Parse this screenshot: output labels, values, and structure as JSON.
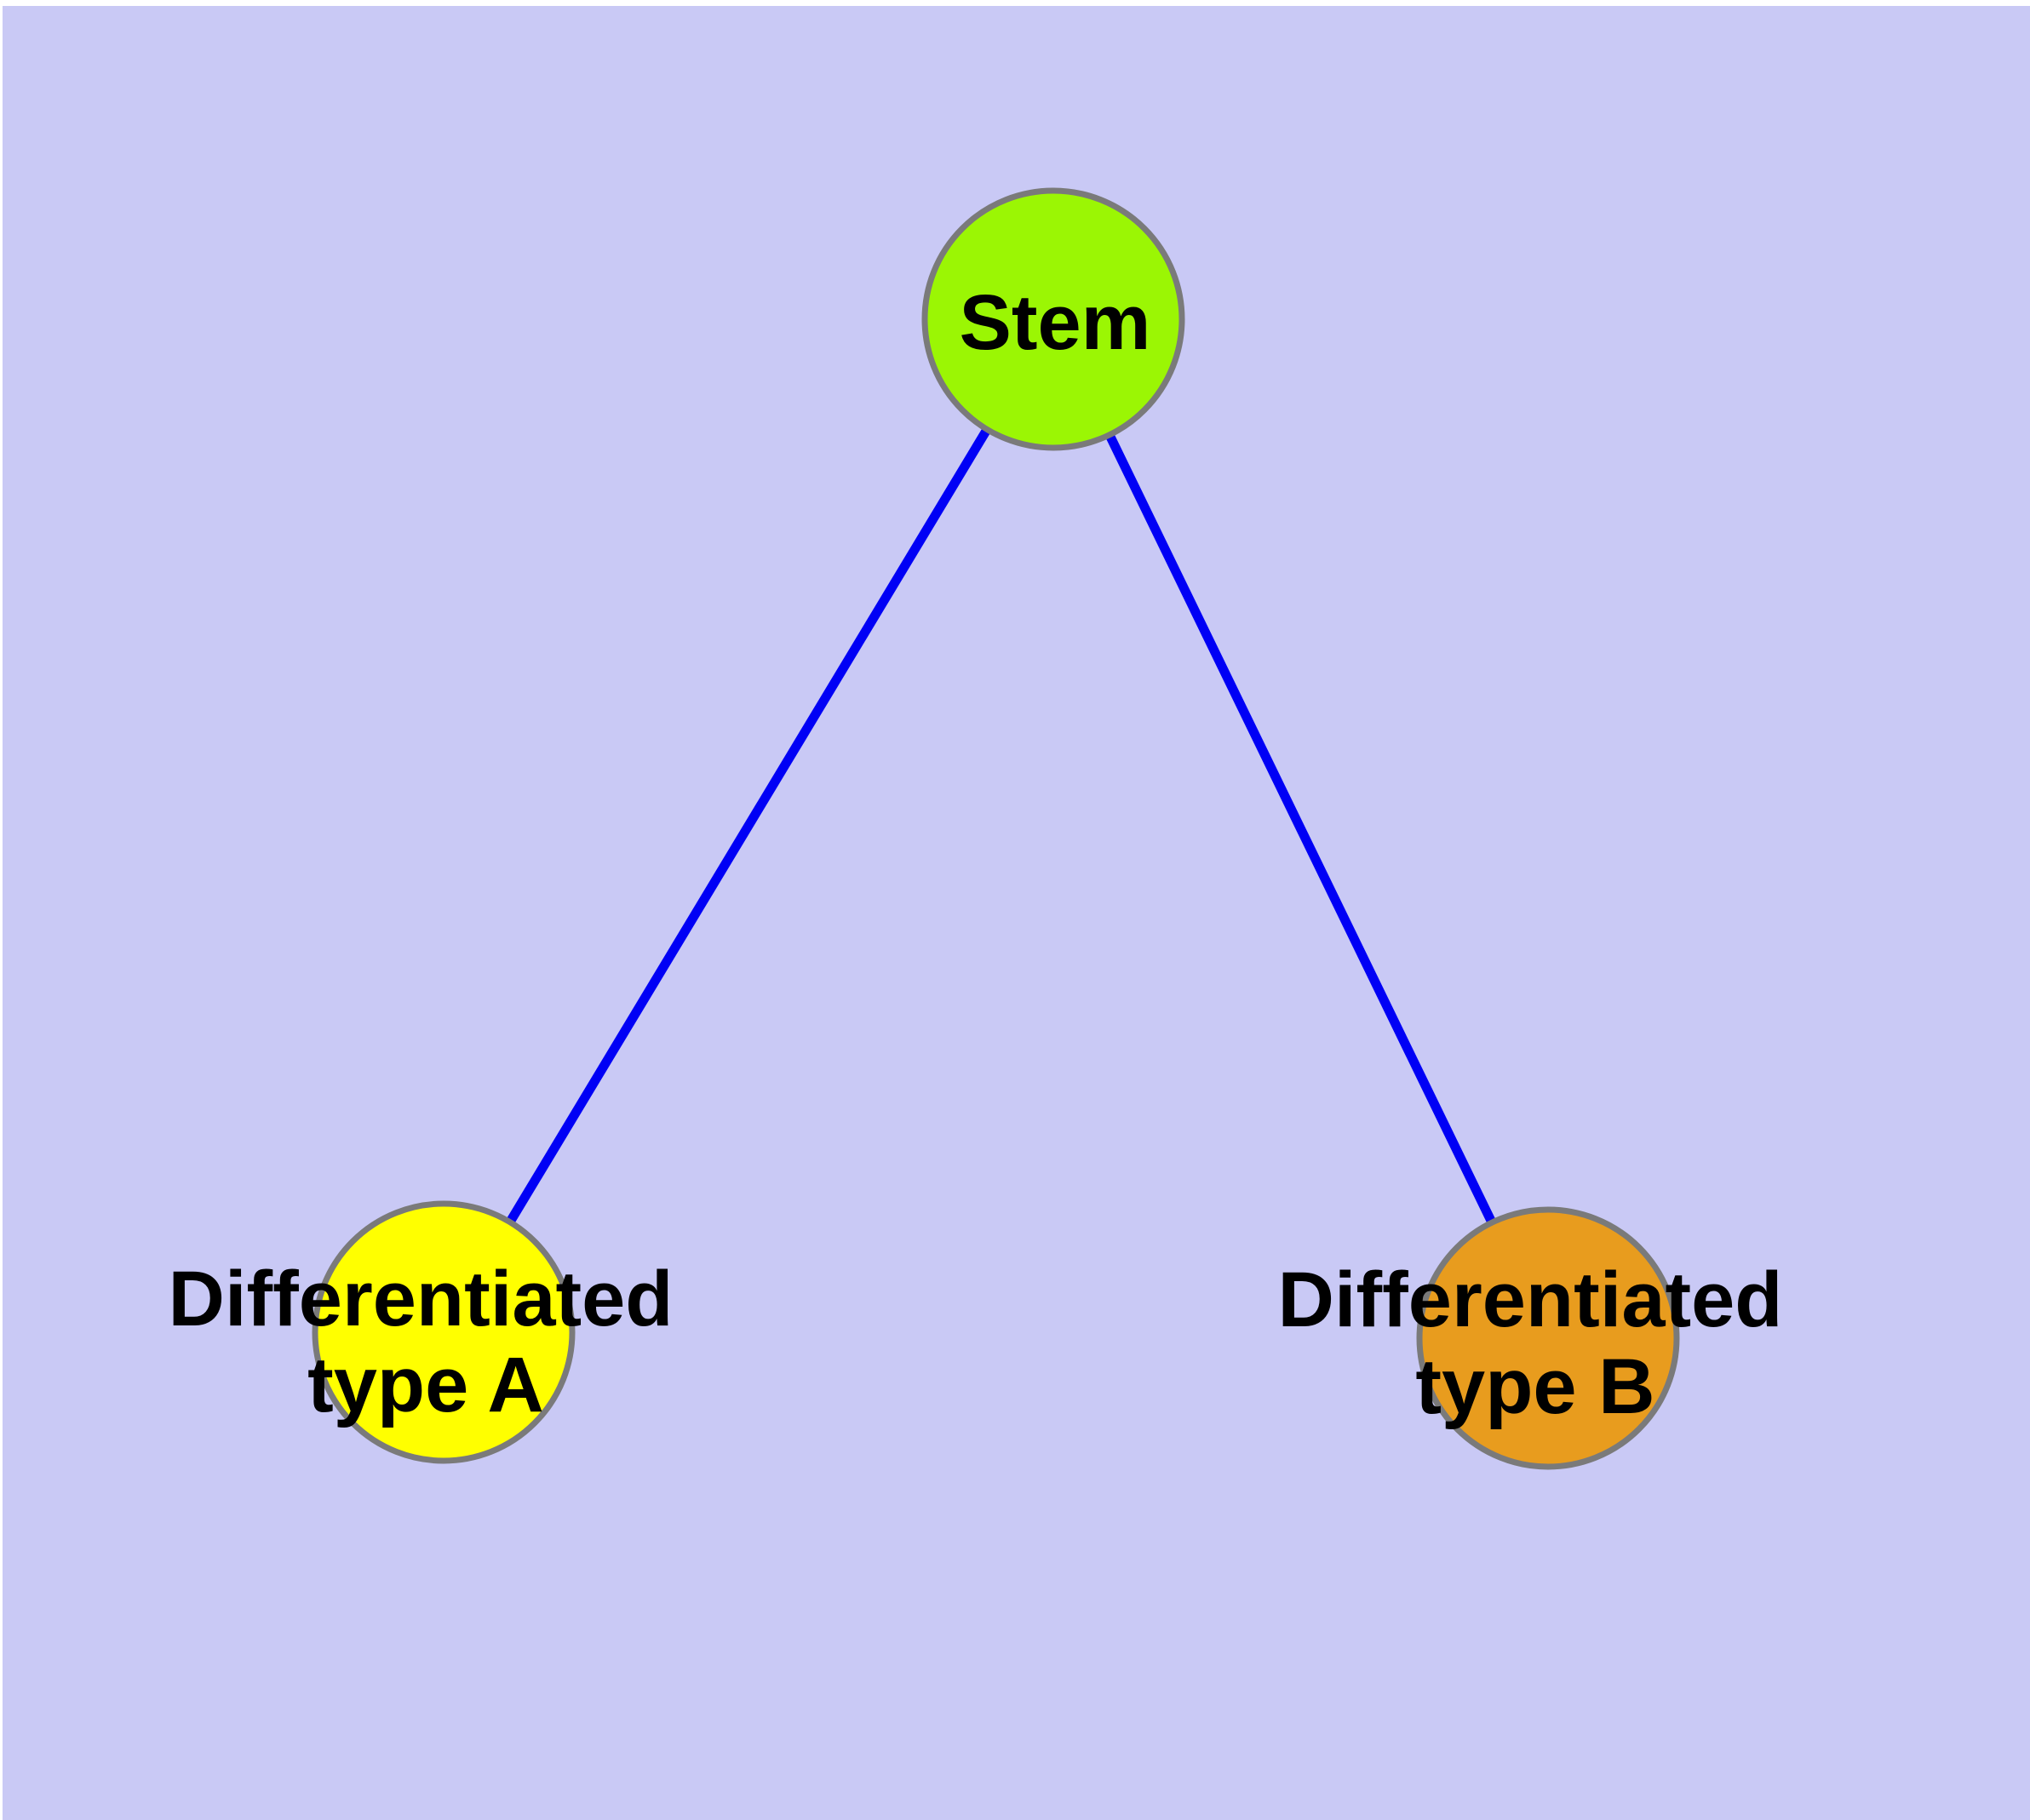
{
  "diagram": {
    "type": "node-link-graph",
    "description": "Cell differentiation hierarchy: a Stem node connected to two differentiated cell type nodes",
    "colors": {
      "background": "#C9C9F5",
      "page_margin": "#FFFFFF",
      "edge": "#0000F5",
      "node_border": "#7A7A7A",
      "label_text": "#000000"
    },
    "nodes": [
      {
        "id": "stem",
        "label": "Stem",
        "label_lines": [
          "Stem"
        ],
        "fill": "#9BF604",
        "shape": "circle"
      },
      {
        "id": "differentiated-type-a",
        "label": "Differentiated type A",
        "label_lines": [
          "Differentiated",
          "type A"
        ],
        "fill": "#FFFF00",
        "shape": "circle"
      },
      {
        "id": "differentiated-type-b",
        "label": "Differentiated type B",
        "label_lines": [
          "Differentiated",
          "type B"
        ],
        "fill": "#E89C1E",
        "shape": "circle"
      }
    ],
    "edges": [
      {
        "from": "stem",
        "to": "differentiated-type-a"
      },
      {
        "from": "stem",
        "to": "differentiated-type-b"
      }
    ]
  }
}
